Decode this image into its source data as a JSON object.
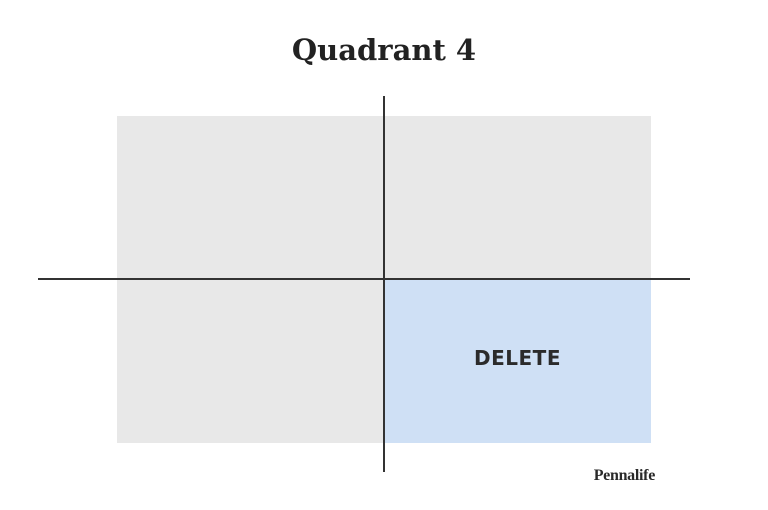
{
  "title": "Quadrant 4",
  "quadrants": {
    "bottom_right": {
      "label": "DELETE",
      "color": "#cfe0f5"
    },
    "inactive_color": "#e8e8e8"
  },
  "brand": "Pennalife"
}
